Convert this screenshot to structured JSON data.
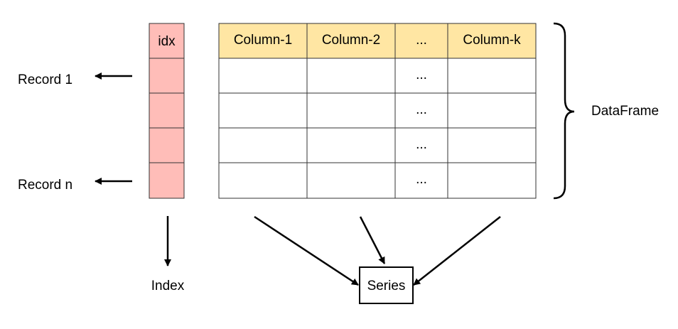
{
  "index_column": {
    "header": "idx",
    "row_count": 4,
    "color": "#ffbdb8"
  },
  "table": {
    "columns": [
      "Column-1",
      "Column-2",
      "...",
      "Column-k"
    ],
    "row_ellipsis": [
      "...",
      "...",
      "...",
      "..."
    ],
    "header_color": "#ffe6a3",
    "row_count": 4
  },
  "labels": {
    "record_first": "Record 1",
    "record_last": "Record n",
    "index": "Index",
    "dataframe": "DataFrame",
    "series": "Series"
  }
}
